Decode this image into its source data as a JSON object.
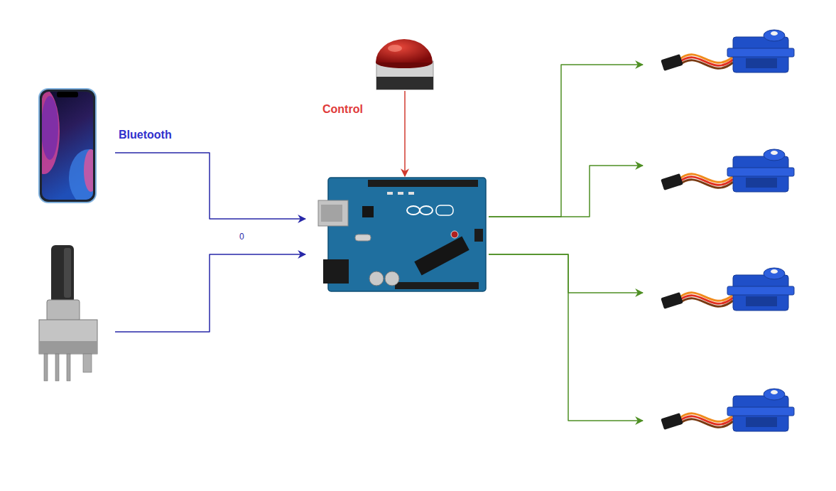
{
  "diagram": {
    "nodes": [
      {
        "text": []
      },
      {
        "text": []
      },
      {
        "text": []
      },
      {
        "text": []
      },
      {
        "text": []
      },
      {
        "text": []
      },
      {
        "text": []
      },
      {
        "text": []
      }
    ],
    "edges": [
      {
        "from": 0,
        "to": 3,
        "arrow": "to",
        "label": "Bluetooth"
      },
      {
        "from": 1,
        "to": 3,
        "arrow": "to",
        "label": "0"
      },
      {
        "from": 2,
        "to": 3,
        "arrow": "to",
        "label": "Control"
      },
      {
        "from": 3,
        "to": 4,
        "arrow": "to"
      },
      {
        "from": 3,
        "to": 5,
        "arrow": "to"
      },
      {
        "from": 3,
        "to": 6,
        "arrow": "to"
      },
      {
        "from": 3,
        "to": 7,
        "arrow": "to"
      }
    ]
  }
}
